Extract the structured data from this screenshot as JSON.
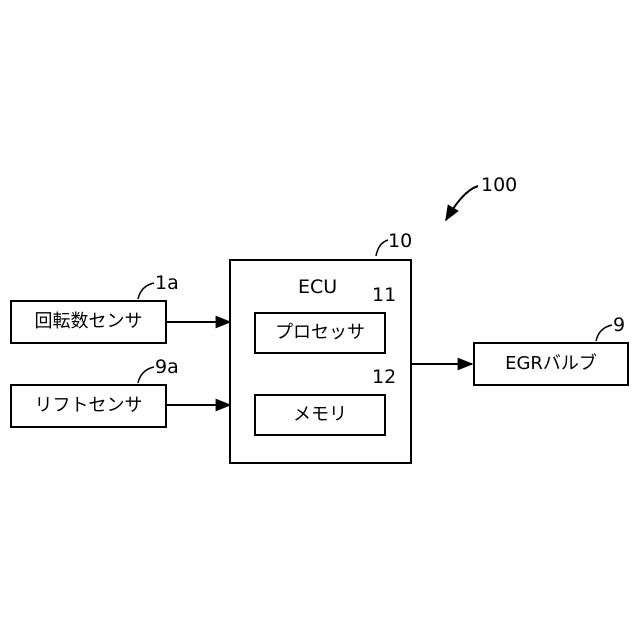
{
  "diagram": {
    "system_ref": "100",
    "ecu": {
      "ref": "10",
      "title": "ECU"
    },
    "processor": {
      "ref": "11",
      "label": "プロセッサ"
    },
    "memory": {
      "ref": "12",
      "label": "メモリ"
    },
    "rpm_sensor": {
      "ref": "1a",
      "label": "回転数センサ"
    },
    "lift_sensor": {
      "ref": "9a",
      "label": "リフトセンサ"
    },
    "egr_valve": {
      "ref": "9",
      "label": "EGRバルブ"
    }
  }
}
